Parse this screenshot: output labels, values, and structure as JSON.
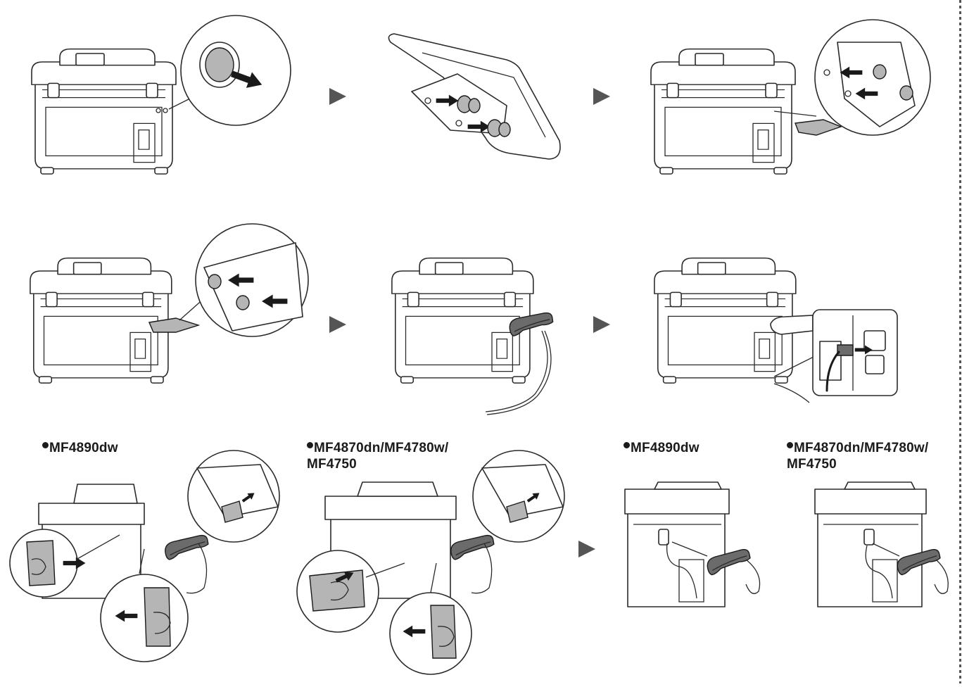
{
  "labels": {
    "model_a_left": "MF4890dw",
    "model_b_left": "MF4870dn/MF4780w/\nMF4750",
    "model_a_right": "MF4890dw",
    "model_b_right": "MF4870dn/MF4780w/\nMF4750"
  },
  "icons": {
    "next_step": "play-triangle-icon",
    "zoom_callout": "magnifier-circle-icon"
  },
  "colors": {
    "line": "#2a2a2a",
    "arrow_fill": "#555555",
    "handset_fill": "#6b6b6b"
  }
}
